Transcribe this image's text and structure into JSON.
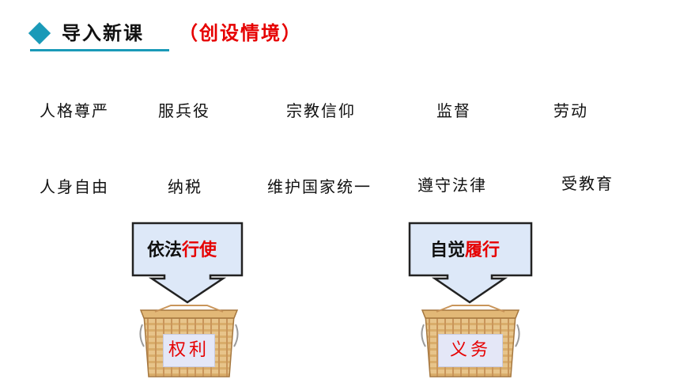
{
  "header": {
    "title": "导入新课",
    "subtitle": "（创设情境）",
    "accent_color": "#1a9ab8"
  },
  "terms_row1": [
    "人格尊严",
    "服兵役",
    "宗教信仰",
    "监督",
    "劳动"
  ],
  "terms_row2": [
    "人身自由",
    "纳税",
    "维护国家统一",
    "遵守法律",
    "受教育"
  ],
  "left_callout": {
    "prefix": "依法",
    "highlight": "行使"
  },
  "right_callout": {
    "prefix": "自觉",
    "highlight": "履行"
  },
  "left_basket": {
    "label": "权利"
  },
  "right_basket": {
    "label": "义务"
  },
  "colors": {
    "highlight": "#e60000",
    "callout_fill": "#dde8f8",
    "callout_stroke": "#222222"
  }
}
